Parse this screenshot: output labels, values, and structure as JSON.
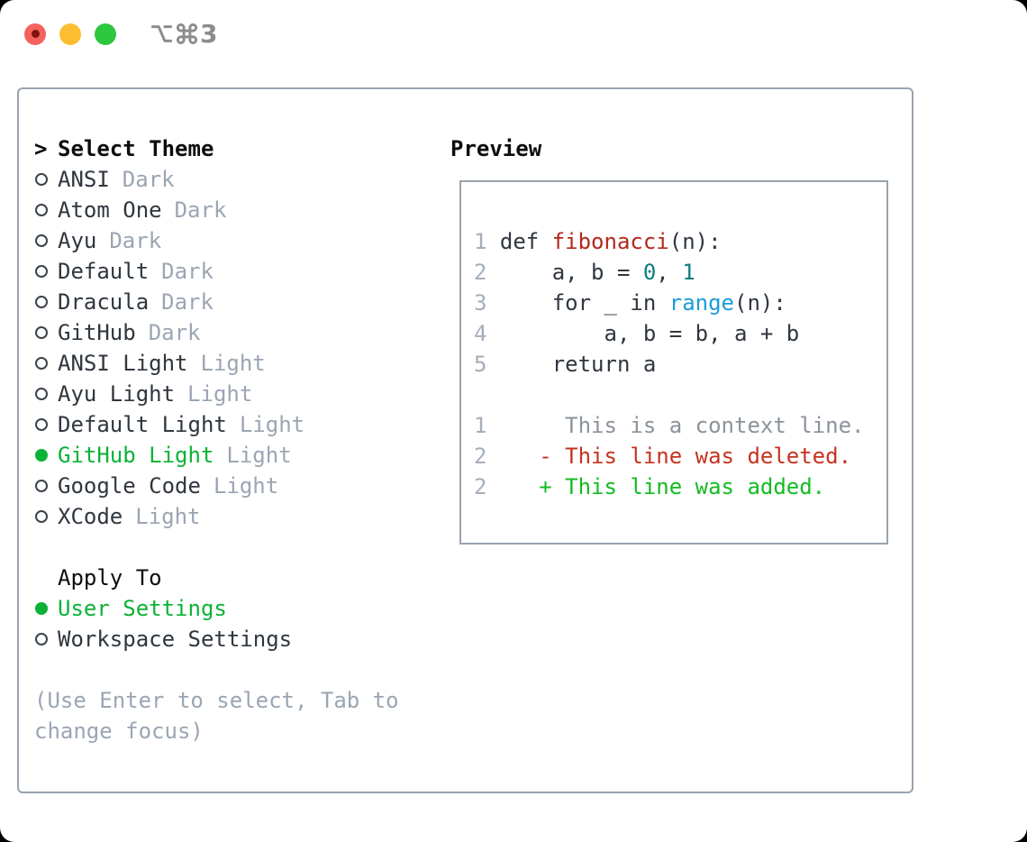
{
  "titlebar": {
    "shortcut": "⌥⌘3",
    "shortcut_number": "3",
    "traffic_lights": [
      "close",
      "minimize",
      "zoom"
    ]
  },
  "theme_picker": {
    "prompt": ">",
    "header": "Select Theme",
    "items": [
      {
        "name": "ANSI",
        "tag": "Dark",
        "selected": false
      },
      {
        "name": "Atom One",
        "tag": "Dark",
        "selected": false
      },
      {
        "name": "Ayu",
        "tag": "Dark",
        "selected": false
      },
      {
        "name": "Default",
        "tag": "Dark",
        "selected": false
      },
      {
        "name": "Dracula",
        "tag": "Dark",
        "selected": false
      },
      {
        "name": "GitHub",
        "tag": "Dark",
        "selected": false
      },
      {
        "name": "ANSI Light",
        "tag": "Light",
        "selected": false
      },
      {
        "name": "Ayu Light",
        "tag": "Light",
        "selected": false
      },
      {
        "name": "Default Light",
        "tag": "Light",
        "selected": false
      },
      {
        "name": "GitHub Light",
        "tag": "Light",
        "selected": true
      },
      {
        "name": "Google Code",
        "tag": "Light",
        "selected": false
      },
      {
        "name": "XCode",
        "tag": "Light",
        "selected": false
      }
    ]
  },
  "apply_to": {
    "header": "Apply To",
    "items": [
      {
        "name": "User Settings",
        "selected": true
      },
      {
        "name": "Workspace Settings",
        "selected": false
      }
    ]
  },
  "hint": "(Use Enter to select, Tab to change focus)",
  "preview": {
    "title": "Preview",
    "code_lines": [
      {
        "segments": [
          {
            "text": "1",
            "style": "lineno"
          },
          {
            "text": " def ",
            "style": "plain"
          },
          {
            "text": "fibonacci",
            "style": "function"
          },
          {
            "text": "(n):",
            "style": "plain"
          }
        ]
      },
      {
        "segments": [
          {
            "text": "2",
            "style": "lineno"
          },
          {
            "text": "     a, b = ",
            "style": "plain"
          },
          {
            "text": "0",
            "style": "number"
          },
          {
            "text": ", ",
            "style": "plain"
          },
          {
            "text": "1",
            "style": "number"
          }
        ]
      },
      {
        "segments": [
          {
            "text": "3",
            "style": "lineno"
          },
          {
            "text": "     for _ in ",
            "style": "plain"
          },
          {
            "text": "range",
            "style": "builtin"
          },
          {
            "text": "(n):",
            "style": "plain"
          }
        ]
      },
      {
        "segments": [
          {
            "text": "4",
            "style": "lineno"
          },
          {
            "text": "         a, b = b, a + b",
            "style": "plain"
          }
        ]
      },
      {
        "segments": [
          {
            "text": "5",
            "style": "lineno"
          },
          {
            "text": "     return a",
            "style": "plain"
          }
        ]
      },
      {
        "segments": []
      },
      {
        "segments": [
          {
            "text": "1",
            "style": "lineno"
          },
          {
            "text": "      This is a context line.",
            "style": "context"
          }
        ]
      },
      {
        "segments": [
          {
            "text": "2",
            "style": "lineno"
          },
          {
            "text": "    ",
            "style": "plain"
          },
          {
            "text": "- This line was deleted.",
            "style": "deleted"
          }
        ]
      },
      {
        "segments": [
          {
            "text": "2",
            "style": "lineno"
          },
          {
            "text": "    ",
            "style": "plain"
          },
          {
            "text": "+ This line was added.",
            "style": "added"
          }
        ]
      }
    ]
  },
  "colors": {
    "accent_green": "#0ab236",
    "diff_added_green": "#14bb22",
    "diff_deleted_red": "#c5331f",
    "code_function_red": "#b3281d",
    "code_number_teal": "#0b7f80",
    "code_builtin_blue": "#1a9cd8",
    "text_dark": "#2f363e",
    "heading_black": "#0b0d0f",
    "muted_gray": "#9ba5b3",
    "context_gray": "#8b929a",
    "linenum_gray": "#a4aeba",
    "border_gray": "#99a3ae",
    "titlebar_gray": "#8c8c8e",
    "traffic_red": "#f4625d",
    "traffic_red_dot": "#7e1410",
    "traffic_yellow": "#fcbe30",
    "traffic_green": "#2dc73e"
  }
}
